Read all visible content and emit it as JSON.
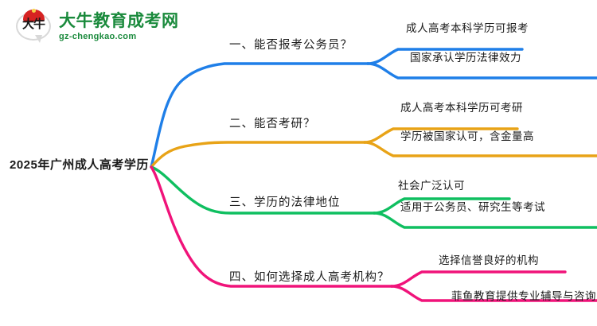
{
  "logo": {
    "name": "大牛教育成考网",
    "domain": "gz-chengkao.com",
    "mark_text": "大牛",
    "brand_color": "#1a8a3c",
    "cap_color": "#d62222"
  },
  "mindmap": {
    "root": {
      "label": "2025年广州成人高考学历"
    },
    "branches": [
      {
        "label": "一、能否报考公务员？",
        "color": "#1f7fe8",
        "leaves": [
          {
            "label": "成人高考本科学历可报考"
          },
          {
            "label": "国家承认学历法律效力"
          }
        ]
      },
      {
        "label": "二、能否考研？",
        "color": "#e8a317",
        "leaves": [
          {
            "label": "成人高考本科学历可考研"
          },
          {
            "label": "学历被国家认可，含金量高"
          }
        ]
      },
      {
        "label": "三、学历的法律地位",
        "color": "#0fbf60",
        "leaves": [
          {
            "label": "社会广泛认可"
          },
          {
            "label": "适用于公务员、研究生等考试"
          }
        ]
      },
      {
        "label": "四、如何选择成人高考机构？",
        "color": "#f0137a",
        "leaves": [
          {
            "label": "选择信誉良好的机构"
          },
          {
            "label": "菲鱼教育提供专业辅导与咨询"
          }
        ]
      }
    ]
  },
  "background": "#ffffff"
}
